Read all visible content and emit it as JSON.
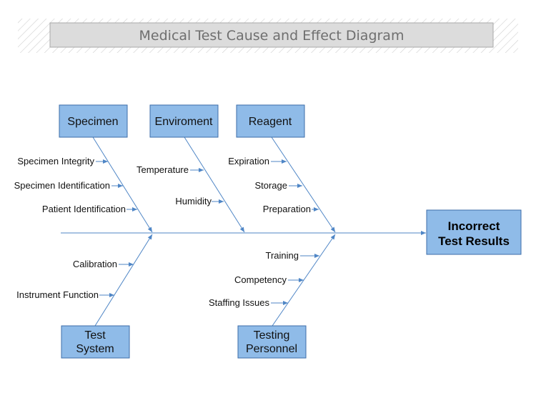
{
  "title": "Medical Test Cause and Effect Diagram",
  "effect": {
    "line1": "Incorrect",
    "line2": "Test Results"
  },
  "categories": {
    "specimen": {
      "label": "Specimen",
      "causes": [
        "Specimen Integrity",
        "Specimen Identification",
        "Patient Identification"
      ]
    },
    "environment": {
      "label": "Enviroment",
      "causes": [
        "Temperature",
        "Humidity"
      ]
    },
    "reagent": {
      "label": "Reagent",
      "causes": [
        "Expiration",
        "Storage",
        "Preparation"
      ]
    },
    "test_system": {
      "line1": "Test",
      "line2": "System",
      "causes": [
        "Calibration",
        "Instrument Function"
      ]
    },
    "testing_personnel": {
      "line1": "Testing",
      "line2": "Personnel",
      "causes": [
        "Training",
        "Competency",
        "Staffing Issues"
      ]
    }
  },
  "colors": {
    "box_fill": "#8fbbe8",
    "box_border": "#3e6ea8",
    "line": "#4f86c6",
    "title_fill": "#dcdcdc"
  }
}
